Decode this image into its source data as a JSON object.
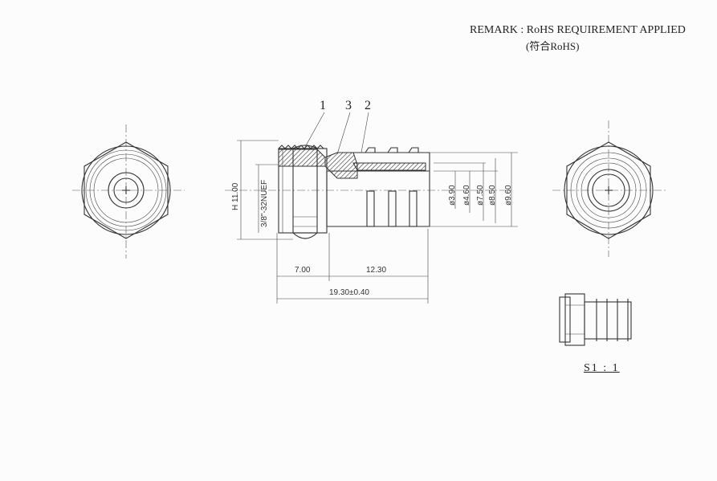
{
  "remark": {
    "line1": "REMARK : RoHS REQUIREMENT APPLIED",
    "line2": "(符合RoHS)"
  },
  "part_labels": [
    "1",
    "3",
    "2"
  ],
  "dimensions": {
    "hex_height": "H 11.00",
    "thread": "3/8\"-32NUEF",
    "d1": "ø3.90",
    "d2": "ø4.60",
    "d3": "ø7.50",
    "d4": "ø8.50",
    "d5": "ø9.60",
    "len_a": "7.00",
    "len_b": "12.30",
    "len_total": "19.30±0.40"
  },
  "scale_label": "S1 : 1"
}
